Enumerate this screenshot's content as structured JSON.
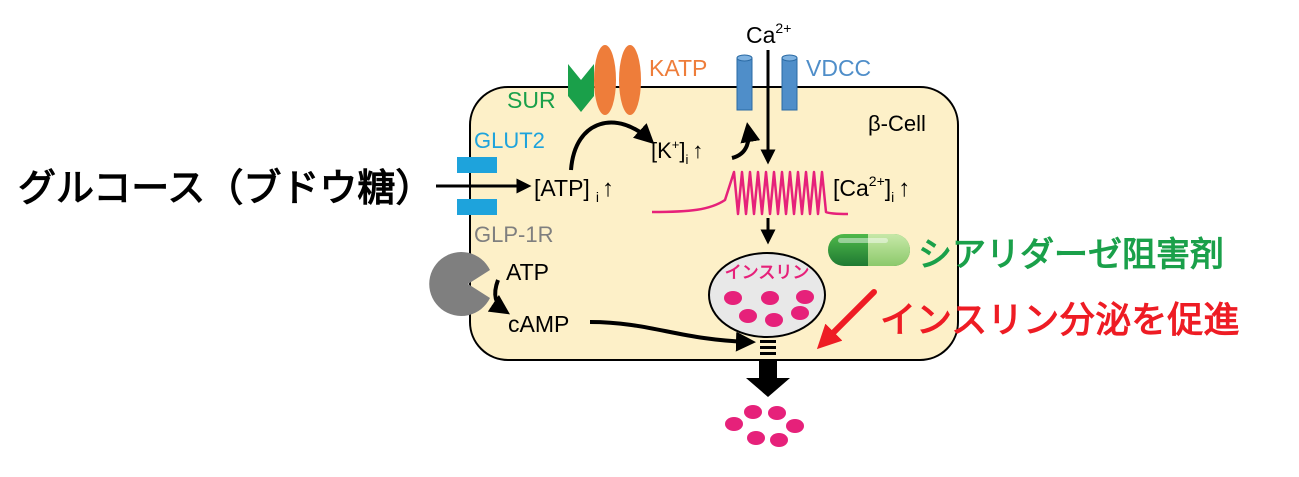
{
  "labels": {
    "glucose": "グルコース（ブドウ糖）",
    "sur": "SUR",
    "katp": "KATP",
    "vdcc": "VDCC",
    "ca_top": "Ca",
    "ca_top_sup": "2+",
    "beta_cell": "β-Cell",
    "glut2": "GLUT2",
    "glp1r": "GLP-1R",
    "atp_i": "[ATP]",
    "atp_i_sub": "i",
    "k_i_open": "[K",
    "k_i_sup": "+",
    "k_i_close": "]",
    "k_i_sub": "i",
    "ca_i_open": "[Ca",
    "ca_i_sup": "2+",
    "ca_i_close": "]",
    "ca_i_sub": "i",
    "up_arrow": "↑",
    "atp": "ATP",
    "camp": "cAMP",
    "insulin_granule": "インスリン",
    "drug": "シアリダーゼ阻害剤",
    "effect": "インスリン分泌を促進"
  },
  "colors": {
    "cell_fill": "#fdf0c8",
    "sur": "#1aa04a",
    "katp": "#ee7d3a",
    "vdcc": "#4f8ec9",
    "glut2": "#1ea3dc",
    "glp1r": "#7f7f7f",
    "magenta": "#e6217a",
    "drug": "#1aa04a",
    "effect": "#ee1c24"
  }
}
